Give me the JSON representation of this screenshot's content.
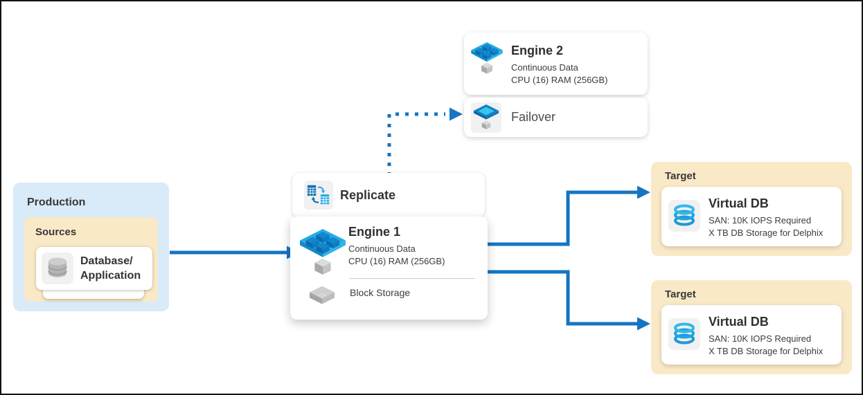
{
  "colors": {
    "arrow": "#1575C3",
    "prod-bg": "#D9EAF8",
    "group-bg": "#FAE9C7",
    "engine-cyan": "#29ABE2",
    "engine-blue": "#1187CE"
  },
  "production": {
    "title": "Production",
    "sources": {
      "title": "Sources",
      "card": {
        "icon": "database-icon",
        "line1": "Database/",
        "line2": "Application"
      }
    }
  },
  "replicate": {
    "icon": "replicate-sync-icon",
    "label": "Replicate"
  },
  "engine1": {
    "icon": "engine-chip-icon",
    "title": "Engine 1",
    "detail1": "Continuous Data",
    "detail2": "CPU (16) RAM (256GB)",
    "storage_icon": "block-storage-icon",
    "storage_label": "Block Storage"
  },
  "engine2": {
    "icon": "engine-chip-icon",
    "title": "Engine 2",
    "detail1": "Continuous Data",
    "detail2": "CPU (16) RAM (256GB)"
  },
  "failover": {
    "icon": "failover-tray-icon",
    "label": "Failover"
  },
  "target1": {
    "title": "Target",
    "card": {
      "icon": "virtual-db-icon",
      "title": "Virtual DB",
      "detail1": "SAN: 10K IOPS Required",
      "detail2": "X TB DB Storage for Delphix"
    }
  },
  "target2": {
    "title": "Target",
    "card": {
      "icon": "virtual-db-icon",
      "title": "Virtual DB",
      "detail1": "SAN: 10K IOPS Required",
      "detail2": "X TB DB Storage for Delphix"
    }
  }
}
